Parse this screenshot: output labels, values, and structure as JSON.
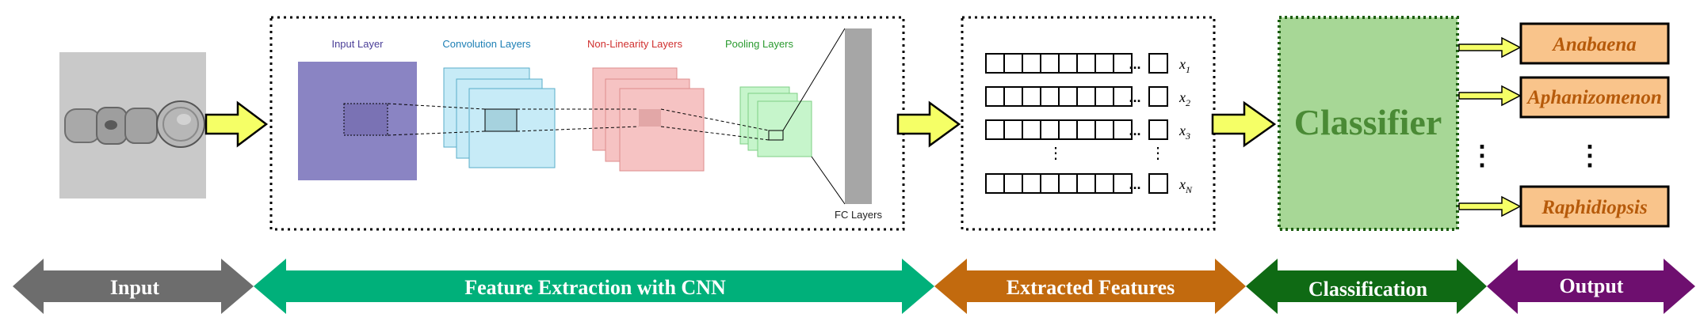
{
  "cnn": {
    "input_layer": "Input Layer",
    "convolution_layers": "Convolution Layers",
    "non_linearity_layers": "Non-Linearity Layers",
    "pooling_layers": "Pooling Layers",
    "fc_layers": "FC Layers"
  },
  "features": {
    "labels": [
      "x1",
      "x2",
      "x3",
      "xN"
    ],
    "ellipsis": "..."
  },
  "classifier": {
    "label": "Classifier"
  },
  "outputs": {
    "items": [
      "Anabaena",
      "Aphanizomenon",
      "Raphidiopsis"
    ]
  },
  "stages": {
    "input": "Input",
    "feature_extraction": "Feature Extraction with CNN",
    "extracted_features": "Extracted Features",
    "classification": "Classification",
    "output": "Output"
  },
  "colors": {
    "input_stage": "#6d6d6d",
    "feature_extraction_stage": "#00b07a",
    "extracted_features_stage": "#c26a0e",
    "classification_stage": "#0f6a14",
    "output_stage": "#6e0f6f",
    "flow_arrow": "#f5ff66",
    "classifier_fill": "#a7d796",
    "classifier_text": "#4a8a35",
    "output_box": "#f9c48b",
    "output_text": "#b65a0a",
    "input_layer": "#8a84c3",
    "convolution": "#c7ebf7",
    "non_linearity": "#f6c3c3",
    "pooling": "#c6f5cb",
    "fc": "#a6a6a6"
  }
}
